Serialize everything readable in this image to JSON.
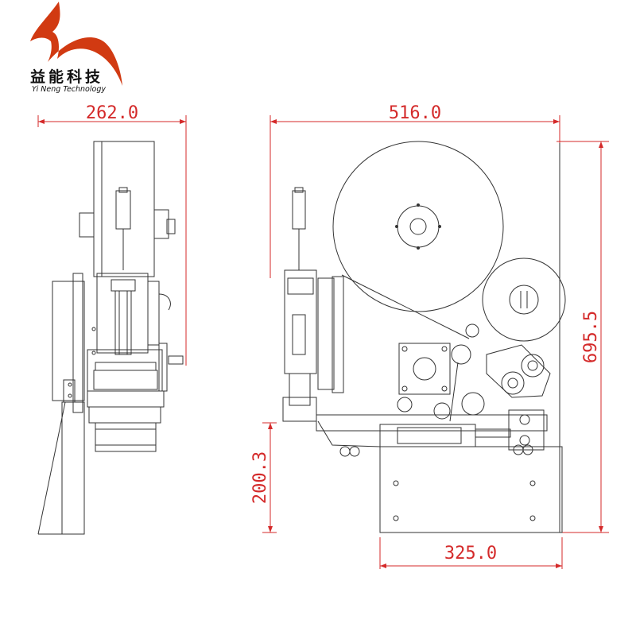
{
  "brand": {
    "name_cn": "益能科技",
    "name_en": "Yi Neng Technology",
    "logo_color": "#d13a12"
  },
  "dimensions": {
    "side_width": "262.0",
    "front_width": "516.0",
    "total_height": "695.5",
    "base_height": "200.3",
    "base_width": "325.0"
  },
  "colors": {
    "dimension": "#d42a2a",
    "line": "#333333"
  }
}
